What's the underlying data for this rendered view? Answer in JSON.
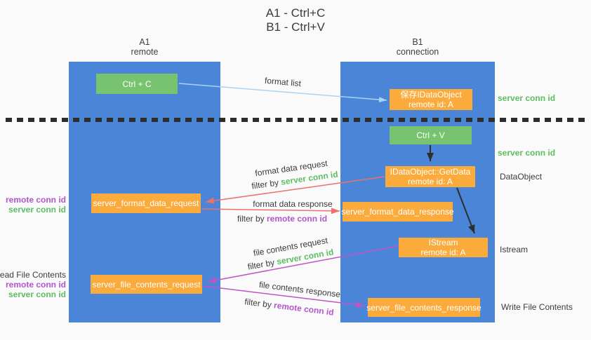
{
  "title": {
    "line1": "A1 - Ctrl+C",
    "line2": "B1 - Ctrl+V"
  },
  "lanes": {
    "left": {
      "header_line1": "A1",
      "header_line2": "remote"
    },
    "right": {
      "header_line1": "B1",
      "header_line2": "connection"
    }
  },
  "nodes": {
    "ctrl_c": {
      "label": "Ctrl + C"
    },
    "save_idataobject": {
      "line1": "保存IDataObject",
      "line2": "remote id: A"
    },
    "ctrl_v": {
      "label": "Ctrl + V"
    },
    "getdata": {
      "line1": "IDataObject::GetData",
      "line2": "remote id: A"
    },
    "format_request": {
      "label": "server_format_data_request"
    },
    "format_response": {
      "label": "server_format_data_response"
    },
    "istream": {
      "line1": "IStream",
      "line2": "remote id: A"
    },
    "file_request": {
      "label": "server_file_contents_request"
    },
    "file_response": {
      "label": "server_file_contents_response"
    }
  },
  "side_labels": {
    "server_conn_id": "server conn id",
    "remote_conn_id": "remote conn id",
    "dataobject": "DataObject",
    "istream": "Istream",
    "write_file_contents": "Write File Contents",
    "read_file_contents": "Read File Contents"
  },
  "flow_labels": {
    "format_list": "format list",
    "format_data_request": "format data request",
    "format_data_response": "format data response",
    "file_contents_request": "file contents request",
    "file_contents_response": "file contents response",
    "filter_by": "filter by",
    "server_conn_id": "server conn id",
    "remote_conn_id": "remote conn id"
  },
  "colors": {
    "lane_blue": "#4a85d8",
    "box_green": "#77c36f",
    "box_orange": "#fbaa3c",
    "text_green": "#5cbe62",
    "text_purple": "#b156cb",
    "arrow_red": "#ef6f6a",
    "arrow_magenta": "#bf55c4",
    "arrow_blue": "#a9d3f2",
    "arrow_black": "#2e2e2e",
    "divider": "#2d2d2d"
  }
}
